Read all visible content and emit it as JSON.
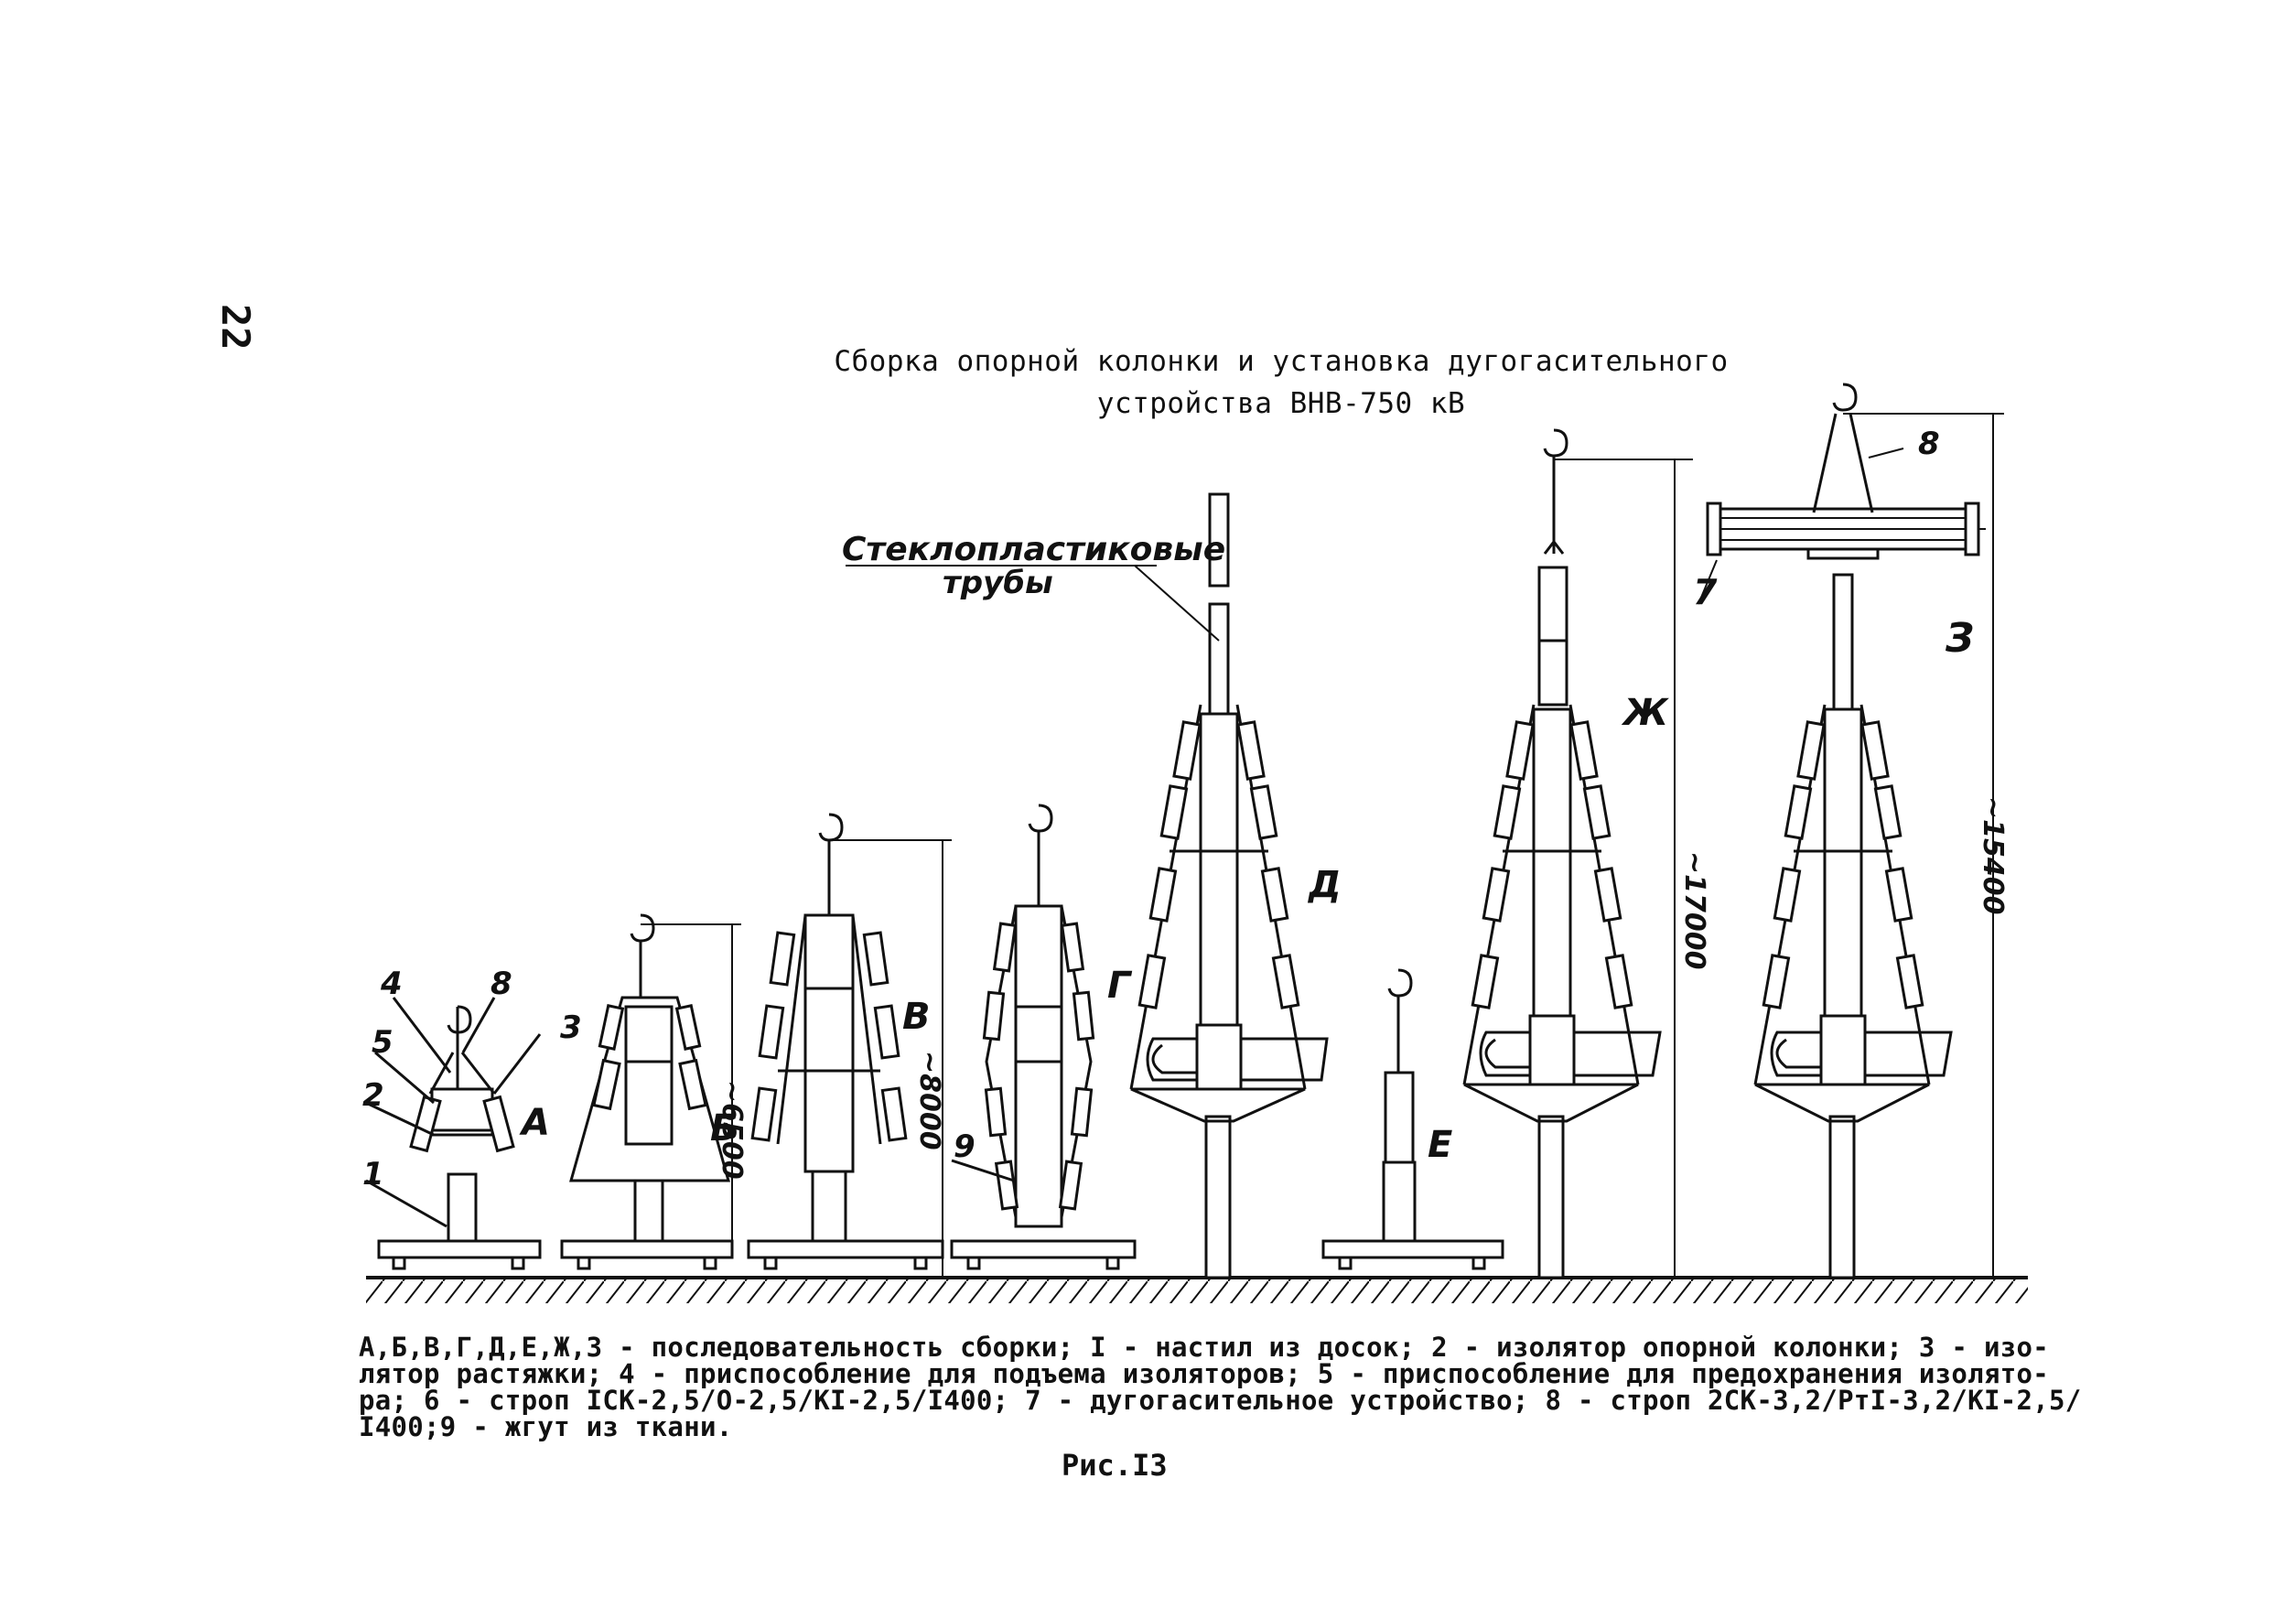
{
  "page_number": "22",
  "title": {
    "line1": "Сборка опорной колонки и установка дугогасительного",
    "line2": "устройства ВНВ-750 кВ"
  },
  "labels": {
    "stage_a": "А",
    "stage_b": "Б",
    "stage_v": "В",
    "stage_g": "Г",
    "stage_d": "Д",
    "stage_e": "Е",
    "stage_zh": "Ж",
    "stage_z": "З",
    "n1": "1",
    "n2": "2",
    "n3": "3",
    "n4": "4",
    "n5": "5",
    "n7": "7",
    "n8a": "8",
    "n8b": "8",
    "n9": "9",
    "tubes_line1": "Стеклопластиковые",
    "tubes_line2": "трубы"
  },
  "dimensions": {
    "d6500": "~6500",
    "d8000": "~8000",
    "d17000": "~17000",
    "d15400": "~15400"
  },
  "caption": {
    "line1": "А,Б,В,Г,Д,Е,Ж,З - последовательность сборки; I - настил из досок; 2 - изолятор опорной колонки; 3 - изо-",
    "line2": "лятор растяжки; 4 - приспособление для подъема изоляторов; 5 - приспособление для предохранения изолято-",
    "line3": "ра; 6 - строп IСК-2,5/О-2,5/КI-2,5/I400; 7 - дугогасительное устройство; 8 - строп 2СК-3,2/РтI-3,2/КI-2,5/",
    "line4": "I400;9 - жгут из ткани."
  },
  "figure_label": "Рис.I3"
}
